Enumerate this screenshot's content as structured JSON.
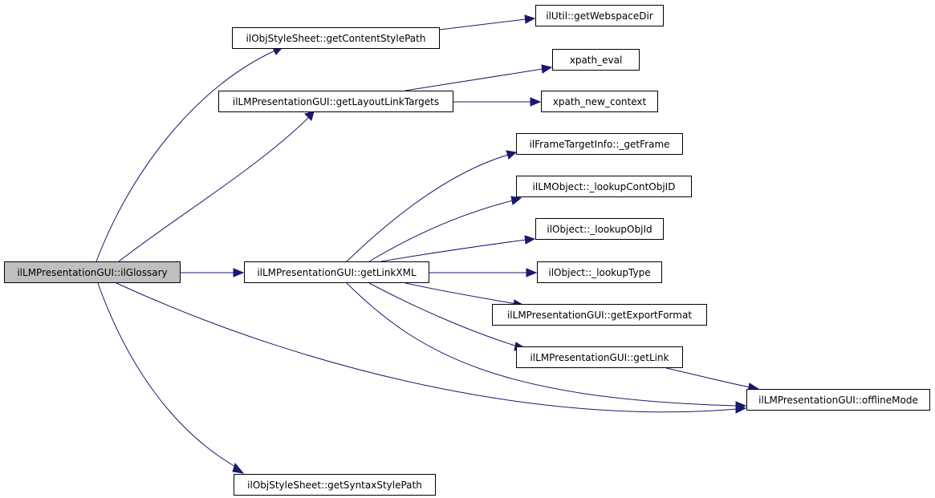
{
  "colors": {
    "edge": "#191970",
    "root_fill": "#bfbfbf",
    "node_fill": "#ffffff",
    "border": "#000000"
  },
  "nodes": [
    {
      "id": "root",
      "label": "ilLMPresentationGUI::ilGlossary",
      "root": true
    },
    {
      "id": "getContentStylePath",
      "label": "ilObjStyleSheet::getContentStylePath"
    },
    {
      "id": "getWebspaceDir",
      "label": "ilUtil::getWebspaceDir"
    },
    {
      "id": "getLayoutLinkTargets",
      "label": "ilLMPresentationGUI::getLayoutLinkTargets"
    },
    {
      "id": "xpath_eval",
      "label": "xpath_eval"
    },
    {
      "id": "xpath_new_context",
      "label": "xpath_new_context"
    },
    {
      "id": "getLinkXML",
      "label": "ilLMPresentationGUI::getLinkXML"
    },
    {
      "id": "getFrame",
      "label": "ilFrameTargetInfo::_getFrame"
    },
    {
      "id": "lookupContObjID",
      "label": "ilLMObject::_lookupContObjID"
    },
    {
      "id": "lookupObjId",
      "label": "ilObject::_lookupObjId"
    },
    {
      "id": "lookupType",
      "label": "ilObject::_lookupType"
    },
    {
      "id": "getExportFormat",
      "label": "ilLMPresentationGUI::getExportFormat"
    },
    {
      "id": "getLink",
      "label": "ilLMPresentationGUI::getLink"
    },
    {
      "id": "offlineMode",
      "label": "ilLMPresentationGUI::offlineMode"
    },
    {
      "id": "getSyntaxStylePath",
      "label": "ilObjStyleSheet::getSyntaxStylePath"
    }
  ],
  "edges": [
    {
      "from": "root",
      "to": "getContentStylePath"
    },
    {
      "from": "root",
      "to": "getLayoutLinkTargets"
    },
    {
      "from": "root",
      "to": "getLinkXML"
    },
    {
      "from": "root",
      "to": "offlineMode"
    },
    {
      "from": "root",
      "to": "getSyntaxStylePath"
    },
    {
      "from": "getContentStylePath",
      "to": "getWebspaceDir"
    },
    {
      "from": "getLayoutLinkTargets",
      "to": "xpath_eval"
    },
    {
      "from": "getLayoutLinkTargets",
      "to": "xpath_new_context"
    },
    {
      "from": "getLinkXML",
      "to": "getFrame"
    },
    {
      "from": "getLinkXML",
      "to": "lookupContObjID"
    },
    {
      "from": "getLinkXML",
      "to": "lookupObjId"
    },
    {
      "from": "getLinkXML",
      "to": "lookupType"
    },
    {
      "from": "getLinkXML",
      "to": "getExportFormat"
    },
    {
      "from": "getLinkXML",
      "to": "getLink"
    },
    {
      "from": "getLinkXML",
      "to": "offlineMode"
    },
    {
      "from": "getLink",
      "to": "offlineMode"
    }
  ]
}
